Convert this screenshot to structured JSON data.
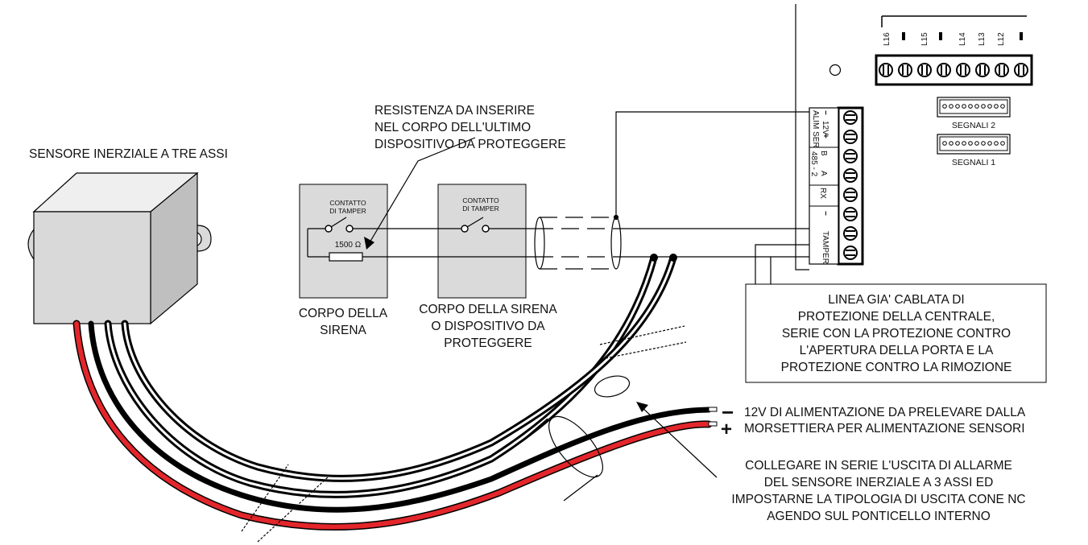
{
  "labels": {
    "sensor_title": "SENSORE INERZIALE A TRE ASSI",
    "resistor_note": [
      "RESISTENZA DA INSERIRE",
      "NEL CORPO DELL'ULTIMO",
      "DISPOSITIVO DA PROTEGGERE"
    ],
    "tamper_contact": [
      "CONTATTO",
      "DI TAMPER"
    ],
    "resistor_value": "1500 Ω",
    "siren_body": [
      "CORPO DELLA",
      "SIRENA"
    ],
    "siren_device_body": [
      "CORPO DELLA SIRENA",
      "O DISPOSITIVO DA",
      "PROTEGGERE"
    ],
    "wired_line_note": [
      "LINEA GIA' CABLATA DI",
      "PROTEZIONE DELLA CENTRALE,",
      "SERIE CON LA PROTEZIONE CONTRO",
      "L'APERTURA DELLA PORTA E LA",
      "PROTEZIONE CONTRO LA RIMOZIONE"
    ],
    "power_minus_sign": "−",
    "power_plus_sign": "+",
    "power_minus_text": "12V DI ALIMENTAZIONE DA PRELEVARE DALLA",
    "power_plus_text": "MORSETTIERA PER ALIMENTAZIONE SENSORI",
    "series_note": [
      "COLLEGARE IN SERIE L'USCITA DI ALLARME",
      "DEL SENSORE INERZIALE A 3 ASSI ED",
      "IMPOSTARNE LA TIPOLOGIA DI USCITA CONE NC",
      "AGENDO SUL PONTICELLO INTERNO"
    ],
    "signals_2": "SEGNALI 2",
    "signals_1": "SEGNALI 1"
  },
  "top_terminals": [
    "L16",
    "L15",
    "L14",
    "L13",
    "L12"
  ],
  "side_terminal_labels": {
    "alim_minus": "−",
    "alim_12v": "12V",
    "alim_plus": "+",
    "alim_ser": "ALIM SER",
    "b": "B",
    "a": "A",
    "bus": "485 - 2",
    "rx": "RX",
    "tamper_minus": "−",
    "tamper": "TAMPER"
  },
  "colors": {
    "red_wire": "#e3262b",
    "black_wire": "#000000",
    "box_fill": "#d9d9d9",
    "box_side": "#bfbfbf",
    "box_top": "#efefef"
  }
}
